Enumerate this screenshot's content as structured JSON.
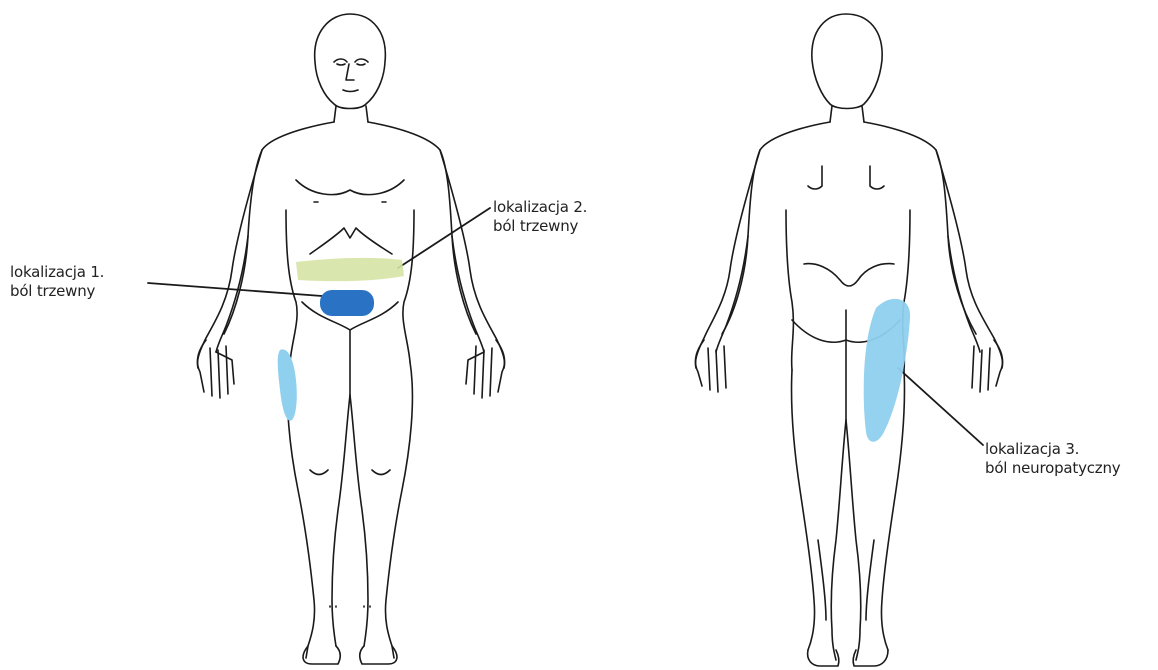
{
  "annotations": [
    {
      "id": "1",
      "line1": "lokalizacja 1.",
      "line2": "ból trzewny"
    },
    {
      "id": "2",
      "line1": "lokalizacja 2.",
      "line2": "ból trzewny"
    },
    {
      "id": "3",
      "line1": "lokalizacja 3.",
      "line2": "ból neuropatyczny"
    }
  ],
  "colors": {
    "outline": "#1a1a1a",
    "zone_lower_abdomen": "#2a72c4",
    "zone_upper_abdomen_band": "#d5e4a6",
    "zone_thigh": "#8fd0ee"
  }
}
